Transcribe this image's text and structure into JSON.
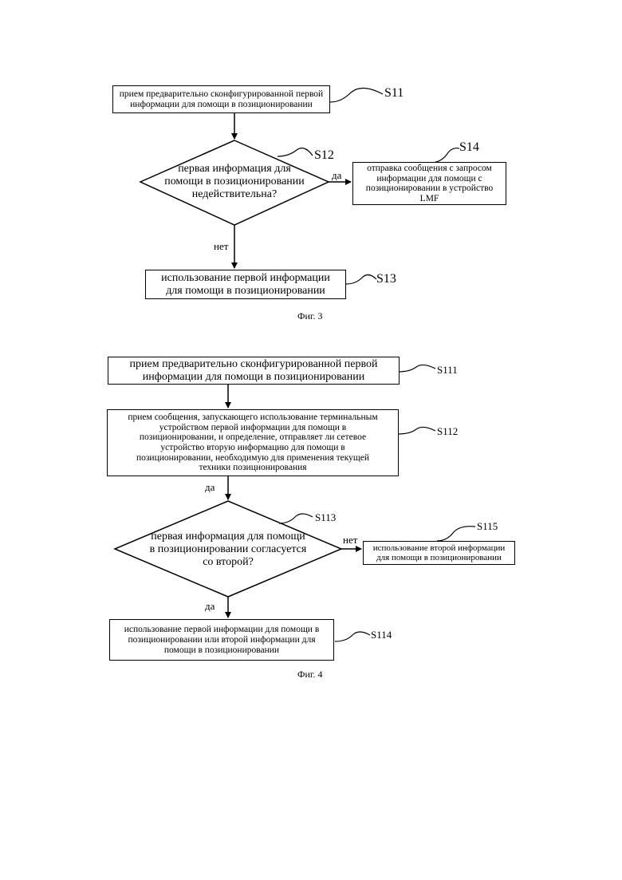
{
  "fig3": {
    "s11": {
      "text": "прием предварительно сконфигурированной первой\nинформации для помощи в позиционировании",
      "step": "S11"
    },
    "s12": {
      "text": "первая информация для\nпомощи в позиционировании\nнедействительна?",
      "step": "S12"
    },
    "s13": {
      "text": "использование первой информации\nдля помощи в позиционировании",
      "step": "S13"
    },
    "s14": {
      "text": "отправка сообщения с запросом\nинформации для помощи с\nпозиционировании в устройство\nLMF",
      "step": "S14"
    },
    "yes_label": "да",
    "no_label": "нет",
    "caption": "Фиг. 3"
  },
  "fig4": {
    "s111": {
      "text": "прием предварительно сконфигурированной первой\nинформации для помощи в позиционировании",
      "step": "S111"
    },
    "s112": {
      "text": "прием сообщения, запускающего использование терминальным\nустройством первой информации для помощи в\nпозиционировании, и определение, отправляет ли сетевое\nустройство вторую информацию для помощи в\nпозиционировании, необходимую для применения текущей\nтехники позиционирования",
      "step": "S112"
    },
    "s113": {
      "text": "первая информация для помощи\nв позиционировании согласуется\nсо второй?",
      "step": "S113"
    },
    "s114": {
      "text": "использование первой информации для помощи в\nпозиционировании или второй информации для\nпомощи в позиционировании",
      "step": "S114"
    },
    "s115": {
      "text": "использование второй информации\nдля помощи в позиционировании",
      "step": "S115"
    },
    "yes_label_1": "да",
    "yes_label_2": "да",
    "no_label": "нет",
    "caption": "Фиг. 4"
  }
}
